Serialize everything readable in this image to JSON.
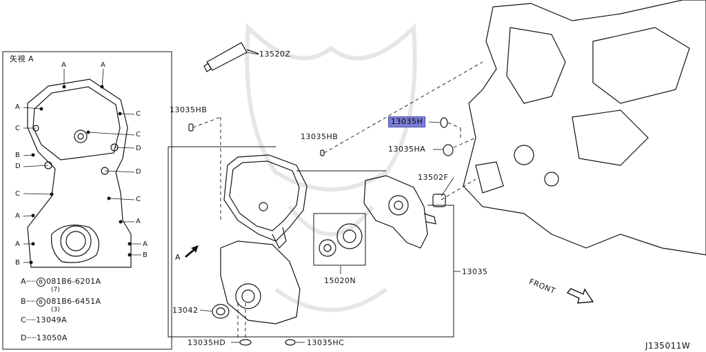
{
  "figure_code": "J135011W",
  "front_label": "FRONT",
  "view_panel": {
    "title": "矢視 A",
    "markers": [
      "A",
      "A",
      "A",
      "C",
      "C",
      "C",
      "B",
      "D",
      "D",
      "C",
      "D",
      "C",
      "A",
      "A",
      "A",
      "A",
      "B",
      "B"
    ],
    "legend": [
      {
        "key": "A",
        "part": "081B6-6201A",
        "qty": "(7)",
        "bolt_symbol": "B"
      },
      {
        "key": "B",
        "part": "081B6-6451A",
        "qty": "(3)",
        "bolt_symbol": "B"
      },
      {
        "key": "C",
        "part": "13049A"
      },
      {
        "key": "D",
        "part": "13050A"
      }
    ]
  },
  "callouts": {
    "p13520Z": "13520Z",
    "p13035HB_left": "13035HB",
    "p13035HB_mid": "13035HB",
    "p13035H": "13035H",
    "p13035HA": "13035HA",
    "p13502F": "13502F",
    "p15020N": "15020N",
    "p13035": "13035",
    "p13042": "13042",
    "p13035HD": "13035HD",
    "p13035HC": "13035HC",
    "arrow_A": "A"
  },
  "colors": {
    "highlight": "#7b7fd6",
    "line": "#111111"
  }
}
